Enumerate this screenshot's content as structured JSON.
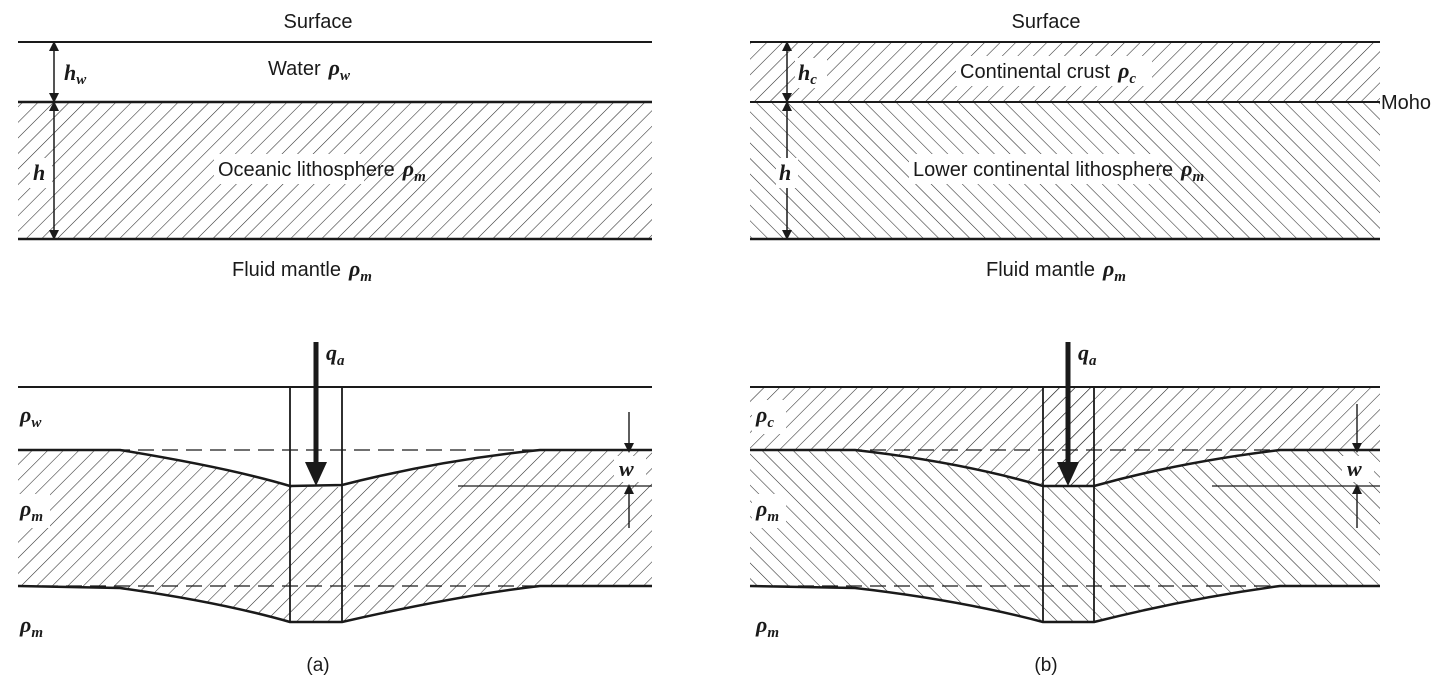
{
  "panel_a": {
    "surface_label": "Surface",
    "water_label": "Water",
    "water_sym": "ρ",
    "water_sub": "w",
    "hw_sym": "h",
    "hw_sub": "w",
    "h_sym": "h",
    "litho_label": "Oceanic lithosphere",
    "litho_sym": "ρ",
    "litho_sub": "m",
    "mantle_label": "Fluid mantle",
    "mantle_sym": "ρ",
    "mantle_sub": "m",
    "load_sym": "q",
    "load_sub": "a",
    "top_rho": "ρ",
    "top_rho_sub": "w",
    "mid_rho": "ρ",
    "mid_rho_sub": "m",
    "bot_rho": "ρ",
    "bot_rho_sub": "m",
    "w_sym": "w",
    "caption": "(a)"
  },
  "panel_b": {
    "surface_label": "Surface",
    "crust_label": "Continental crust",
    "crust_sym": "ρ",
    "crust_sub": "c",
    "hc_sym": "h",
    "hc_sub": "c",
    "h_sym": "h",
    "moho_label": "Moho",
    "litho_label": "Lower continental lithosphere",
    "litho_sym": "ρ",
    "litho_sub": "m",
    "mantle_label": "Fluid mantle",
    "mantle_sym": "ρ",
    "mantle_sub": "m",
    "load_sym": "q",
    "load_sub": "a",
    "top_rho": "ρ",
    "top_rho_sub": "c",
    "mid_rho": "ρ",
    "mid_rho_sub": "m",
    "bot_rho": "ρ",
    "bot_rho_sub": "m",
    "w_sym": "w",
    "caption": "(b)"
  }
}
